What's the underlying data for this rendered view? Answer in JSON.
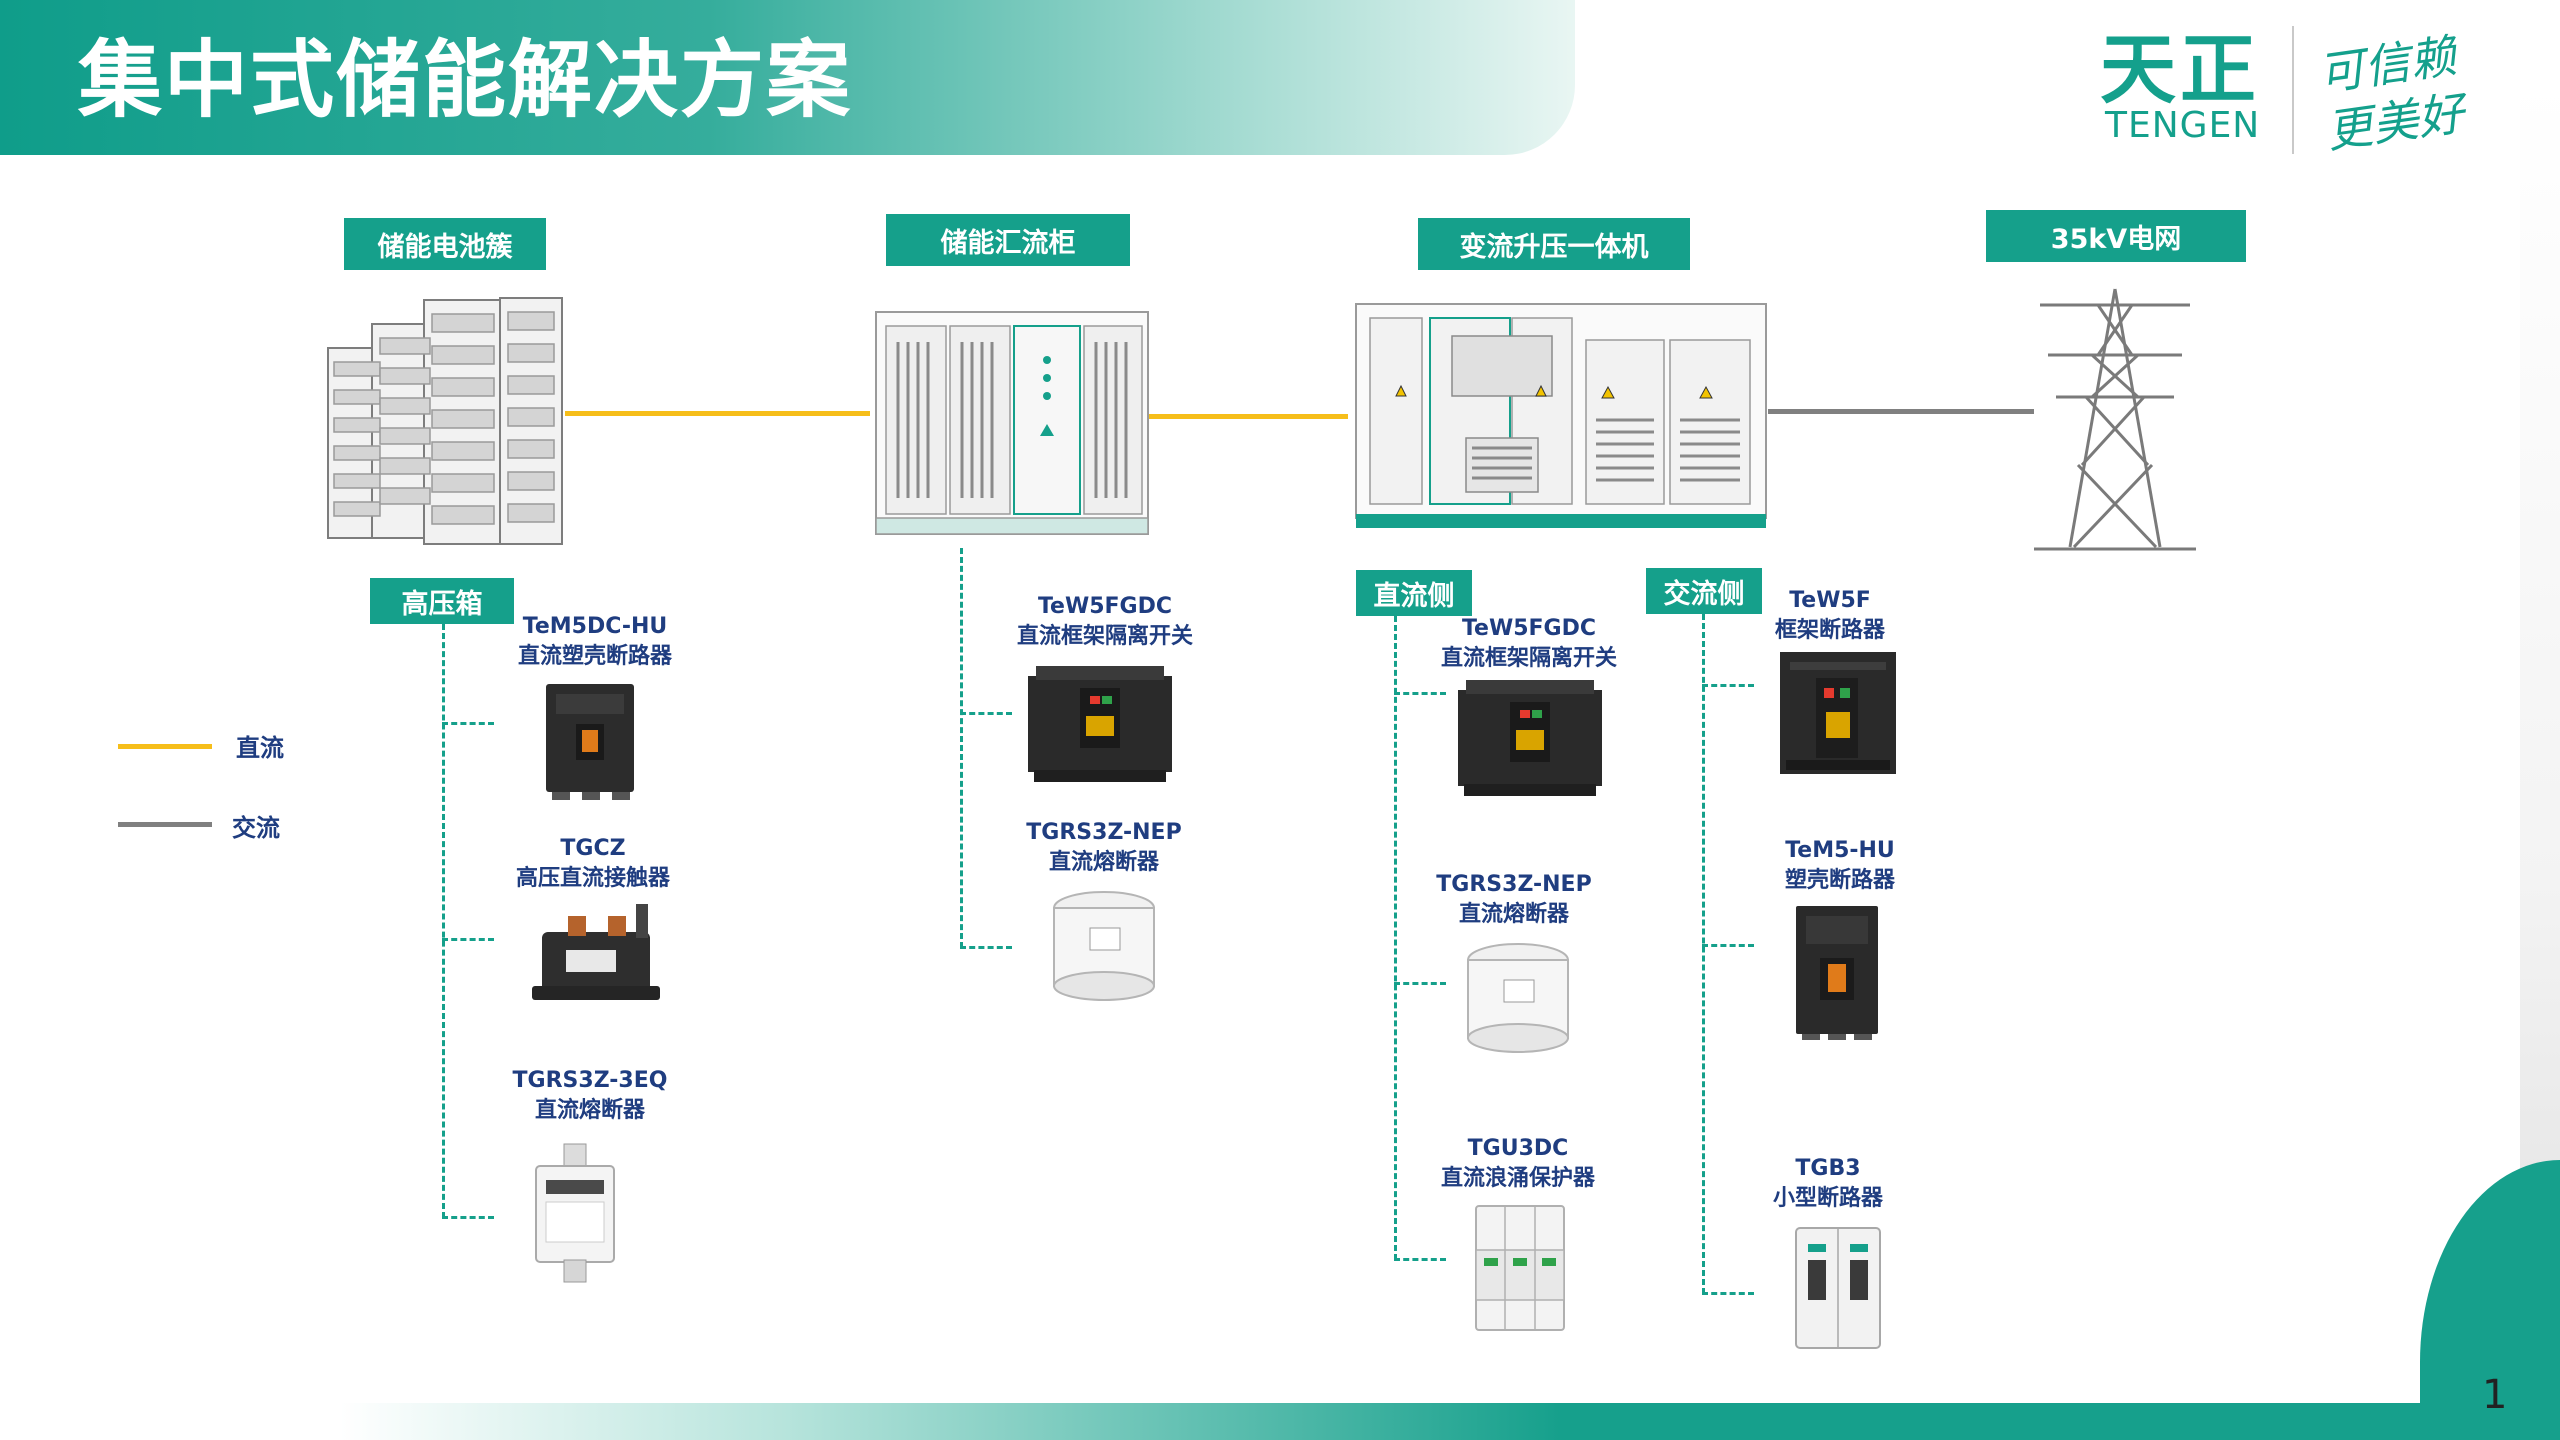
{
  "header": {
    "title": "集中式储能解决方案"
  },
  "brand": {
    "logo_cn": "天正",
    "logo_en": "TENGEN",
    "slogan": "可信赖 更美好"
  },
  "page_number": "1",
  "colors": {
    "accent": "#15a08b",
    "dc_line": "#f6be1a",
    "ac_line": "#808080",
    "caption": "#1f3d80"
  },
  "stages": {
    "battery": "储能电池簇",
    "combiner": "储能汇流柜",
    "pcs": "变流升压一体机",
    "grid": "35kV电网"
  },
  "groups": {
    "hv_box": "高压箱",
    "dc_side": "直流侧",
    "ac_side": "交流侧"
  },
  "legend": {
    "dc": "直流",
    "ac": "交流"
  },
  "products": {
    "hv1": {
      "model": "TeM5DC-HU",
      "name": "直流塑壳断路器",
      "icon": "mccb-icon"
    },
    "hv2": {
      "model": "TGCZ",
      "name": "高压直流接触器",
      "icon": "contactor-icon"
    },
    "hv3": {
      "model": "TGRS3Z-3EQ",
      "name": "直流熔断器",
      "icon": "fuse-icon"
    },
    "cb1": {
      "model": "TeW5FGDC",
      "name": "直流框架隔离开关",
      "icon": "frame-switch-icon"
    },
    "cb2": {
      "model": "TGRS3Z-NEP",
      "name": "直流熔断器",
      "icon": "round-fuse-icon"
    },
    "dc1": {
      "model": "TeW5FGDC",
      "name": "直流框架隔离开关",
      "icon": "frame-switch-icon"
    },
    "dc2": {
      "model": "TGRS3Z-NEP",
      "name": "直流熔断器",
      "icon": "round-fuse-icon"
    },
    "dc3": {
      "model": "TGU3DC",
      "name": "直流浪涌保护器",
      "icon": "spd-icon"
    },
    "ac1": {
      "model": "TeW5F",
      "name": "框架断路器",
      "icon": "acb-icon"
    },
    "ac2": {
      "model": "TeM5-HU",
      "name": "塑壳断路器",
      "icon": "mccb-icon"
    },
    "ac3": {
      "model": "TGB3",
      "name": "小型断路器",
      "icon": "mcb-icon"
    }
  }
}
